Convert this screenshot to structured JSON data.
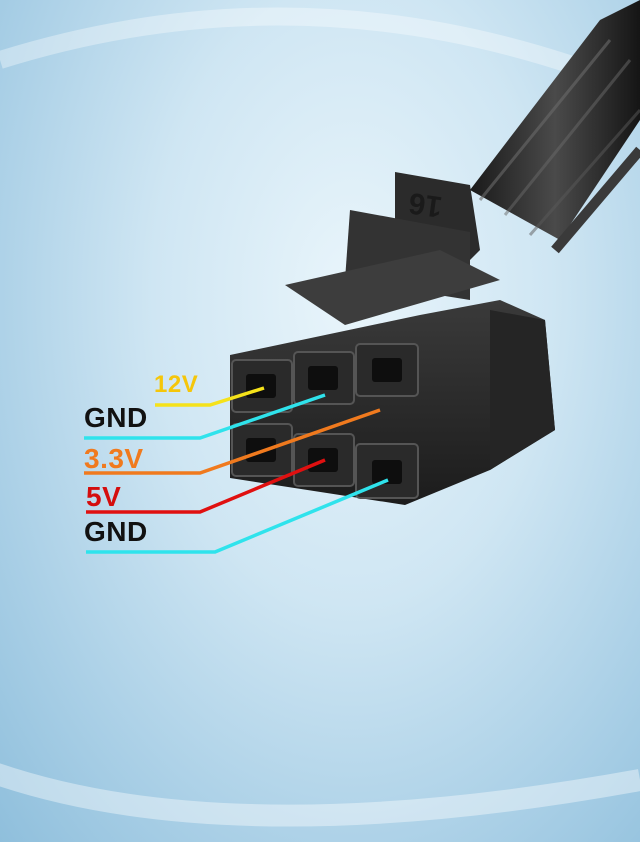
{
  "diagram": {
    "connector_marking": "16",
    "pins": [
      {
        "label": "12V",
        "color": "#f5e21a"
      },
      {
        "label": "GND",
        "color": "#2fe3ec"
      },
      {
        "label": "3.3V",
        "color": "#f07a1e"
      },
      {
        "label": "5V",
        "color": "#e01010"
      },
      {
        "label": "GND",
        "color": "#2fe3ec"
      }
    ],
    "label_colors": {
      "12V": "#f5c60a",
      "GND": "#111111",
      "3.3V": "#f07a1e",
      "5V": "#d40d0d"
    }
  }
}
